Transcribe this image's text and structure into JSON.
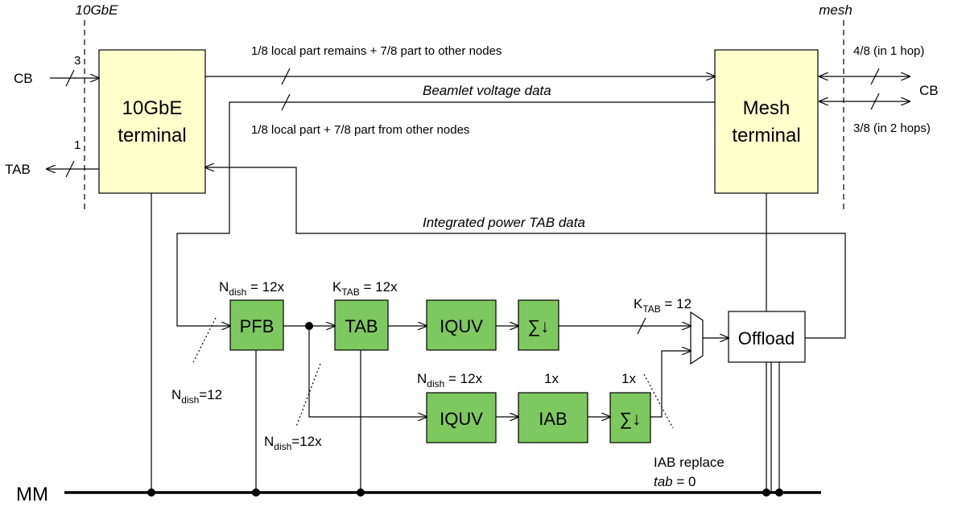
{
  "boundaries": {
    "left": "10GbE",
    "right": "mesh"
  },
  "ports": {
    "cb_in": "CB",
    "cb_in_width": "3",
    "tab_out": "TAB",
    "tab_out_width": "1",
    "cb_mesh": "CB",
    "mesh_hop1": "4/8 (in 1 hop)",
    "mesh_hop2": "3/8 (in 2 hops)"
  },
  "terminals": {
    "ge_line1": "10GbE",
    "ge_line2": "terminal",
    "mesh_line1": "Mesh",
    "mesh_line2": "terminal"
  },
  "links": {
    "to_mesh": "1/8 local part remains + 7/8 part to other nodes",
    "beamlet": "Beamlet voltage data",
    "from_mesh": "1/8 local part + 7/8 part from other nodes",
    "integrated": "Integrated power TAB data"
  },
  "blocks": {
    "pfb": "PFB",
    "tab": "TAB",
    "iquv_top": "IQUV",
    "sum_top": "∑↓",
    "iquv_bottom": "IQUV",
    "iab": "IAB",
    "sum_bottom": "∑↓",
    "offload": "Offload"
  },
  "annotations": {
    "pfb_ndish": {
      "base": "N",
      "sub": "dish",
      "tail": " = 12x"
    },
    "tab_ktab": {
      "base": "K",
      "sub": "TAB",
      "tail": " = 12x"
    },
    "mux_ktab": {
      "base": "K",
      "sub": "TAB",
      "tail": " = 12"
    },
    "input_ndish": {
      "base": "N",
      "sub": "dish",
      "tail": "=12"
    },
    "branch_ndish": {
      "base": "N",
      "sub": "dish",
      "tail": "=12x"
    },
    "iquv_ndish": {
      "base": "N",
      "sub": "dish",
      "tail": " = 12x"
    },
    "iab_mult": "1x",
    "sum_mult": "1x",
    "iab_replace_1": "IAB replace",
    "iab_replace_tab": "tab",
    "iab_replace_eq": " = 0"
  },
  "bus": "MM"
}
